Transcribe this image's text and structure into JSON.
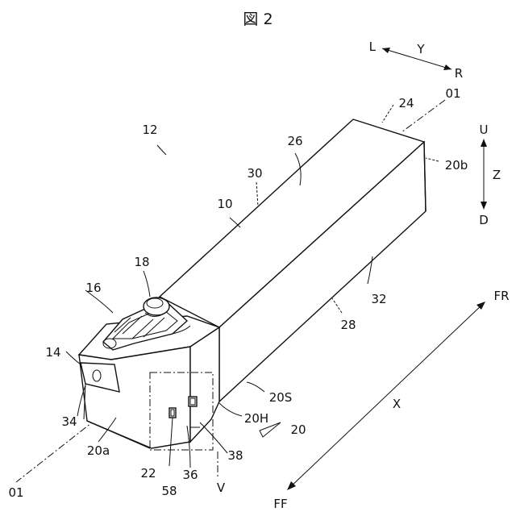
{
  "figure": {
    "title": "図 2"
  },
  "axes": {
    "y": {
      "left": "L",
      "name": "Y",
      "right": "R"
    },
    "z": {
      "up": "U",
      "name": "Z",
      "down": "D"
    },
    "x": {
      "front_right": "FR",
      "name": "X",
      "front": "FF"
    },
    "axis_label": "01",
    "axis_label_far": "01",
    "view_label": "V"
  },
  "refs": {
    "r12": "12",
    "r10": "10",
    "r14": "14",
    "r16": "16",
    "r18": "18",
    "r20": "20",
    "r20a": "20a",
    "r20b": "20b",
    "r20H": "20H",
    "r20S": "20S",
    "r22": "22",
    "r24": "24",
    "r26": "26",
    "r28": "28",
    "r30": "30",
    "r32": "32",
    "r34": "34",
    "r36": "36",
    "r38": "38",
    "r58": "58"
  }
}
